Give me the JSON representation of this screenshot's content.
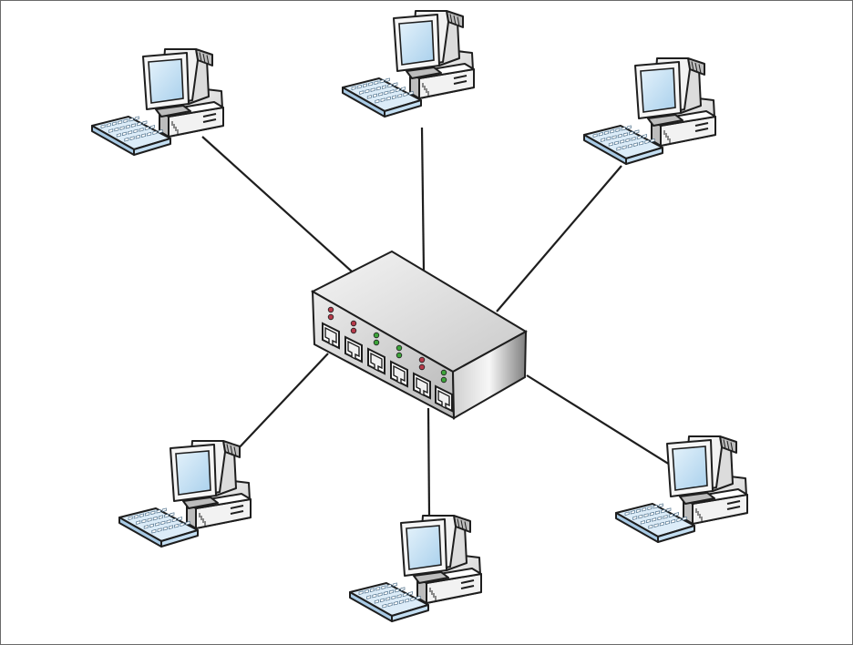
{
  "diagram": {
    "type": "star network topology",
    "hub": {
      "name": "switch",
      "ports": [
        {
          "led_top": "#b63a4a",
          "led_bottom": "#b63a4a"
        },
        {
          "led_top": "#b63a4a",
          "led_bottom": "#b63a4a"
        },
        {
          "led_top": "#3da43a",
          "led_bottom": "#3da43a"
        },
        {
          "led_top": "#3da43a",
          "led_bottom": "#3da43a"
        },
        {
          "led_top": "#b63a4a",
          "led_bottom": "#b63a4a"
        },
        {
          "led_top": "#3da43a",
          "led_bottom": "#3da43a"
        }
      ]
    },
    "computers": [
      {
        "name": "computer-top-left"
      },
      {
        "name": "computer-top-center"
      },
      {
        "name": "computer-top-right"
      },
      {
        "name": "computer-bottom-left"
      },
      {
        "name": "computer-bottom-center"
      },
      {
        "name": "computer-bottom-right"
      }
    ],
    "colors": {
      "line": "#1e1e1e",
      "screen": "#cfe6f7",
      "keyboard": "#dcecf8",
      "body_light": "#f2f2f2",
      "body_mid": "#dcdcdc",
      "body_dark": "#bdbdbd",
      "switch_light": "#ededed",
      "switch_dark": "#8a8a8a"
    }
  }
}
